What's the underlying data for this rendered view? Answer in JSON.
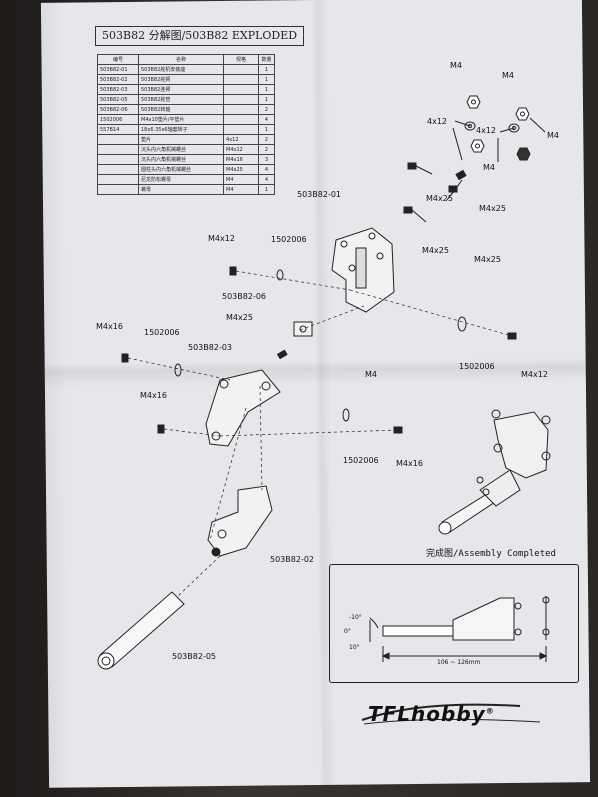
{
  "header": {
    "title": "503B82 分解图/503B82 EXPLODED"
  },
  "parts_table": {
    "headers": [
      "编号",
      "名称",
      "规格",
      "数量"
    ],
    "rows": [
      [
        "503B82-01",
        "503B82舵机安装座",
        "",
        "1"
      ],
      [
        "503B82-02",
        "503B82舵臂",
        "",
        "1"
      ],
      [
        "503B82-03",
        "503B82连臂",
        "",
        "1"
      ],
      [
        "503B82-05",
        "503B82舵管",
        "",
        "1"
      ],
      [
        "503B82-06",
        "503B82转轴",
        "",
        "2"
      ],
      [
        "1502006",
        "M4x10垫片/平垫片",
        "",
        "4"
      ],
      [
        "557B14",
        "18x6.35x6轴套转子",
        "",
        "1"
      ],
      [
        "",
        "垫片",
        "4x12",
        "2"
      ],
      [
        "",
        "沉头内六角机械螺丝",
        "M4x12",
        "2"
      ],
      [
        "",
        "沉头内六角机械螺丝",
        "M4x16",
        "3"
      ],
      [
        "",
        "圆柱头内六角机械螺丝",
        "M4x25",
        "4"
      ],
      [
        "",
        "尼龙防松螺母",
        "M4",
        "4"
      ],
      [
        "",
        "螺母",
        "M4",
        "1"
      ]
    ]
  },
  "callouts": {
    "m4_a": "M4",
    "m4_b": "M4",
    "m4_c": "M4",
    "m4_d": "M4",
    "m4_e": "M4",
    "w4x12_a": "4x12",
    "w4x12_b": "4x12",
    "m4x25_a": "M4x25",
    "m4x25_b": "M4x25",
    "m4x25_c": "M4x25",
    "m4x25_d": "M4x25",
    "m4x25_e": "M4x25",
    "p01": "503B82-01",
    "m4x12_a": "M4x12",
    "m4x12_b": "M4x12",
    "w1502006_a": "1502006",
    "w1502006_b": "1502006",
    "w1502006_c": "1502006",
    "w1502006_d": "1502006",
    "p06": "503B82-06",
    "m4x16_a": "M4x16",
    "m4x16_b": "M4x16",
    "m4x16_c": "M4x16",
    "p03": "503B82-03",
    "p02": "503B82-02",
    "p05": "503B82-05"
  },
  "assembly": {
    "label": "完成图/Assembly Completed"
  },
  "inset": {
    "angle_top": "-10°",
    "angle_mid": "0°",
    "angle_bot": "10°",
    "range": "106 ~ 126mm"
  },
  "brand": {
    "logo_text": "TFLhobby"
  }
}
